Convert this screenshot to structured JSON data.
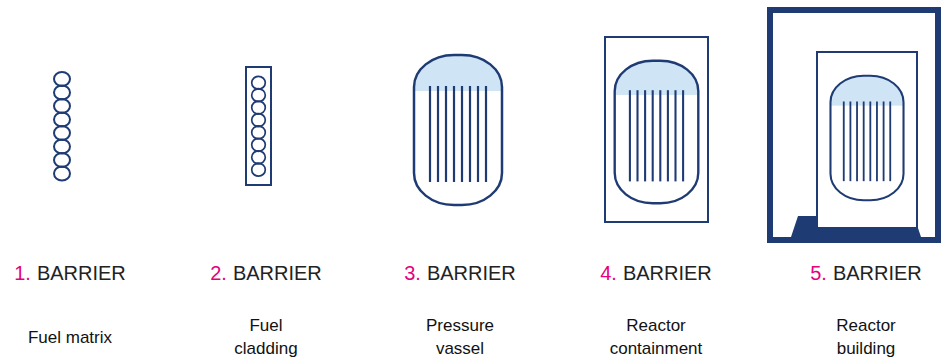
{
  "diagram": {
    "labels": [
      "1.",
      "BARRIER",
      "Fuel matrix",
      "2.",
      "BARRIER",
      "Fuel cladding",
      "3.",
      "BARRIER",
      "Pressure vassel",
      "4.",
      "BARRIER",
      "Reactor containment",
      "5.",
      "BARRIER",
      "Reactor building"
    ]
  }
}
